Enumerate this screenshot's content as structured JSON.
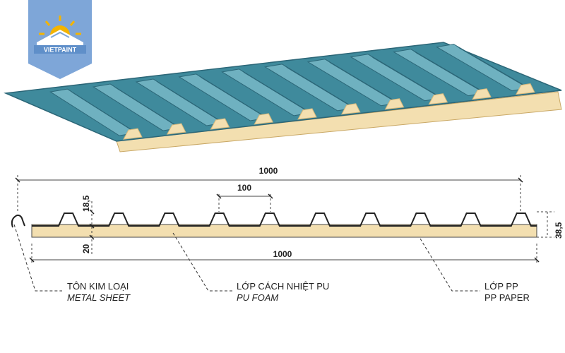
{
  "brand": {
    "name": "VIETPAINT"
  },
  "colors": {
    "sheet_top": "#3f8a9c",
    "sheet_dark": "#2c6778",
    "sheet_light": "#6fb1c0",
    "foam": "#f3dfb0",
    "foam_edge": "#d9b97a",
    "logo_bg": "#7ea6d8",
    "logo_sun": "#f4b400"
  },
  "dimensions": {
    "total_width_top": "1000",
    "total_width_bottom": "1000",
    "rib_pitch": "100",
    "rib_height": "18,5",
    "foam_thickness": "20",
    "total_thickness": "38,5"
  },
  "callouts": {
    "metal_sheet": {
      "vi": "TÔN KIM LOẠI",
      "en": "METAL SHEET"
    },
    "pu_foam": {
      "vi": "LỚP CÁCH NHIỆT PU",
      "en": "PU FOAM"
    },
    "pp_paper": {
      "vi": "LỚP PP",
      "en": "PP PAPER"
    }
  },
  "icons": {
    "logo": "sun-house-logo-icon"
  }
}
